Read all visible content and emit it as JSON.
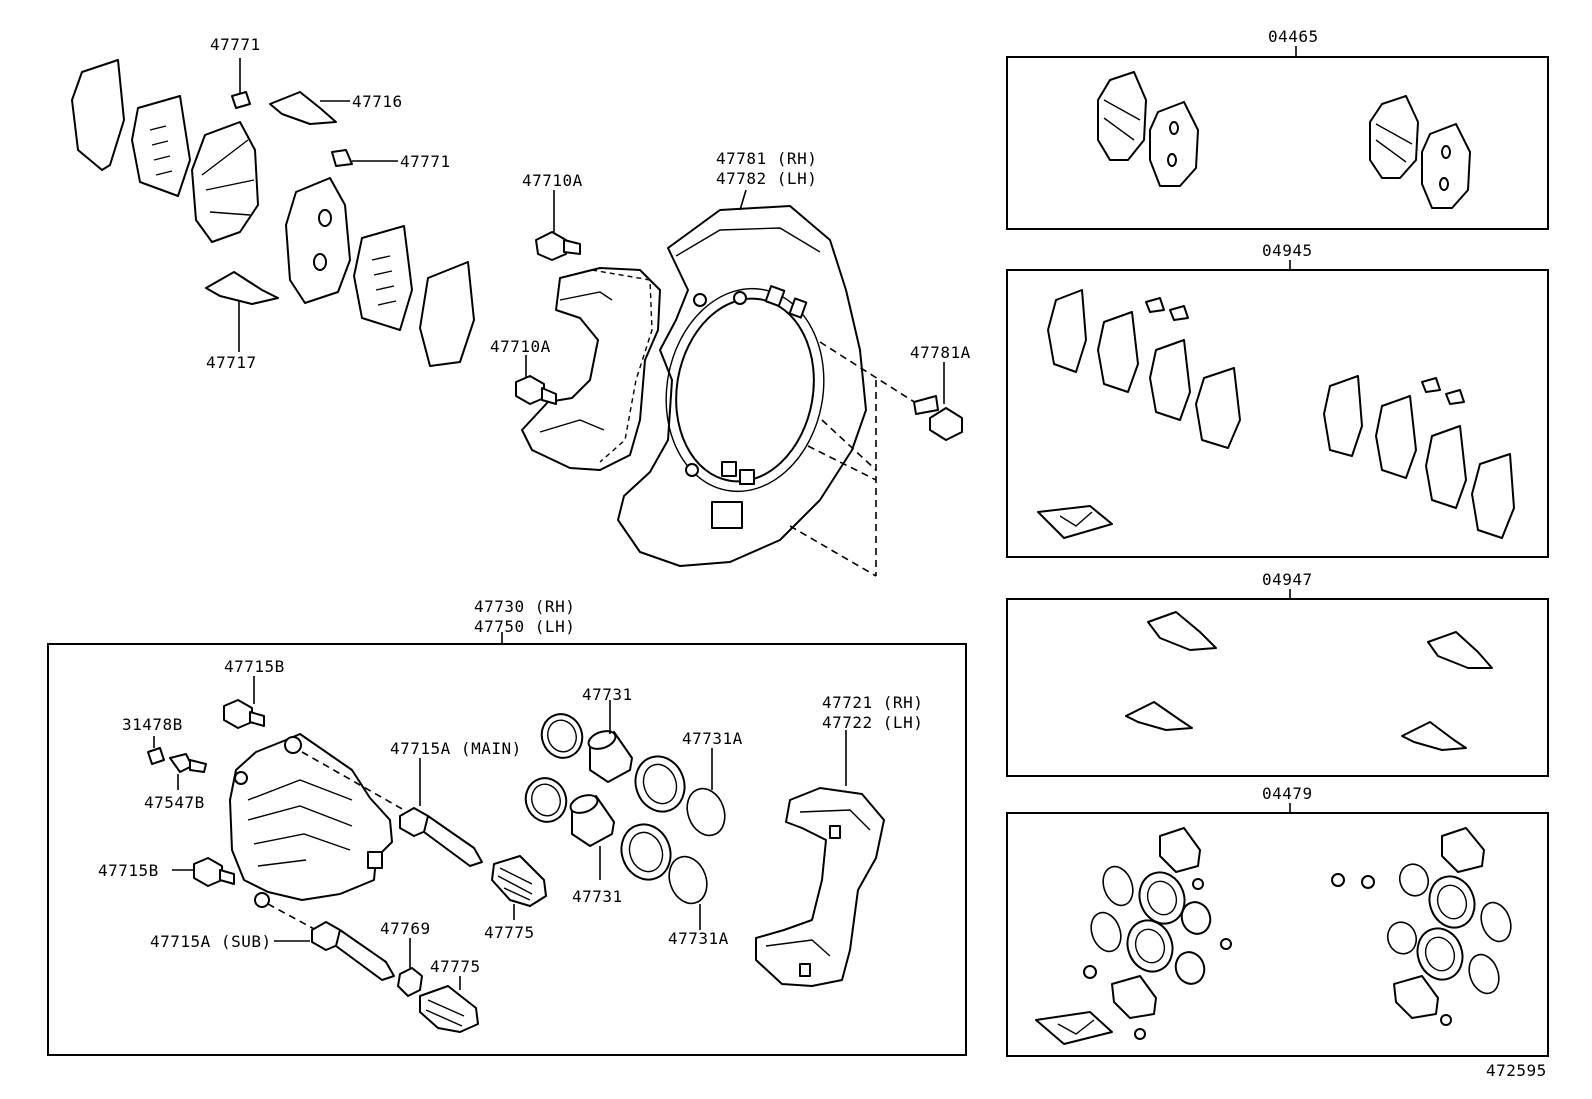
{
  "labels": {
    "p47771_top": "47771",
    "p47716": "47716",
    "p47771_mid": "47771",
    "p47717": "47717",
    "p47710A_top": "47710A",
    "p47710A_low": "47710A",
    "p47781": "47781 (RH)",
    "p47782": "47782 (LH)",
    "p47781A": "47781A",
    "p47730": "47730 (RH)",
    "p47750": "47750 (LH)",
    "p47715B_top": "47715B",
    "p31478B": "31478B",
    "p47547B": "47547B",
    "p47715B_low": "47715B",
    "p47715A_main": "47715A (MAIN)",
    "p47715A_sub": "47715A (SUB)",
    "p47769": "47769",
    "p47775_a": "47775",
    "p47775_b": "47775",
    "p47731_top": "47731",
    "p47731_low": "47731",
    "p47731A_top": "47731A",
    "p47731A_low": "47731A",
    "p47721": "47721 (RH)",
    "p47722": "47722 (LH)"
  },
  "kits": {
    "k04465": "04465",
    "k04945": "04945",
    "k04947": "04947",
    "k04479": "04479"
  },
  "figure_id": "472595"
}
